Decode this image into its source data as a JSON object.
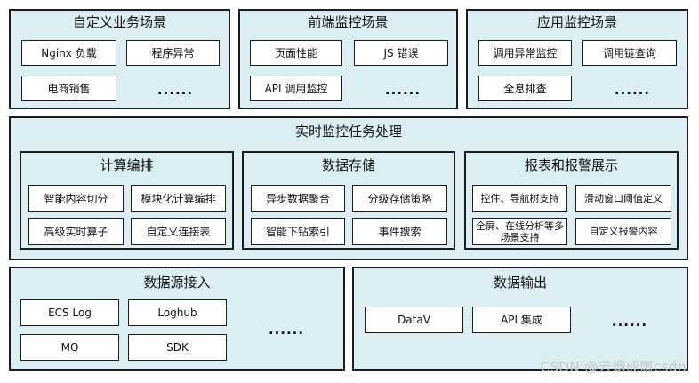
{
  "top_row": [
    {
      "title": "自定义业务场景",
      "items": [
        "Nginx 负载",
        "程序异常",
        "电商销售"
      ],
      "more": "......"
    },
    {
      "title": "前端监控场景",
      "items": [
        "页面性能",
        "JS 错误",
        "API 调用监控"
      ],
      "more": "......"
    },
    {
      "title": "应用监控场景",
      "items": [
        "调用异常监控",
        "调用链查询",
        "全息排查"
      ],
      "more": "......"
    }
  ],
  "processing": {
    "title": "实时监控任务处理",
    "groups": [
      {
        "title": "计算编排",
        "items": [
          "智能内容切分",
          "模块化计算编排",
          "高级实时算子",
          "自定义连接表"
        ]
      },
      {
        "title": "数据存储",
        "items": [
          "异步数据聚合",
          "分级存储策略",
          "智能下钻索引",
          "事件搜索"
        ]
      },
      {
        "title": "报表和报警展示",
        "items": [
          "控件、导航树支持",
          "滑动窗口阈值定义",
          "全屏、在线分析等多场景支持",
          "自定义报警内容"
        ]
      }
    ]
  },
  "source": {
    "title": "数据源接入",
    "items": [
      "ECS Log",
      "Loghub",
      "MQ",
      "SDK"
    ],
    "more": "......"
  },
  "output": {
    "title": "数据输出",
    "items": [
      "DataV",
      "API 集成"
    ],
    "more": "......"
  },
  "watermark": "CSDN @云烟成雨csdn"
}
